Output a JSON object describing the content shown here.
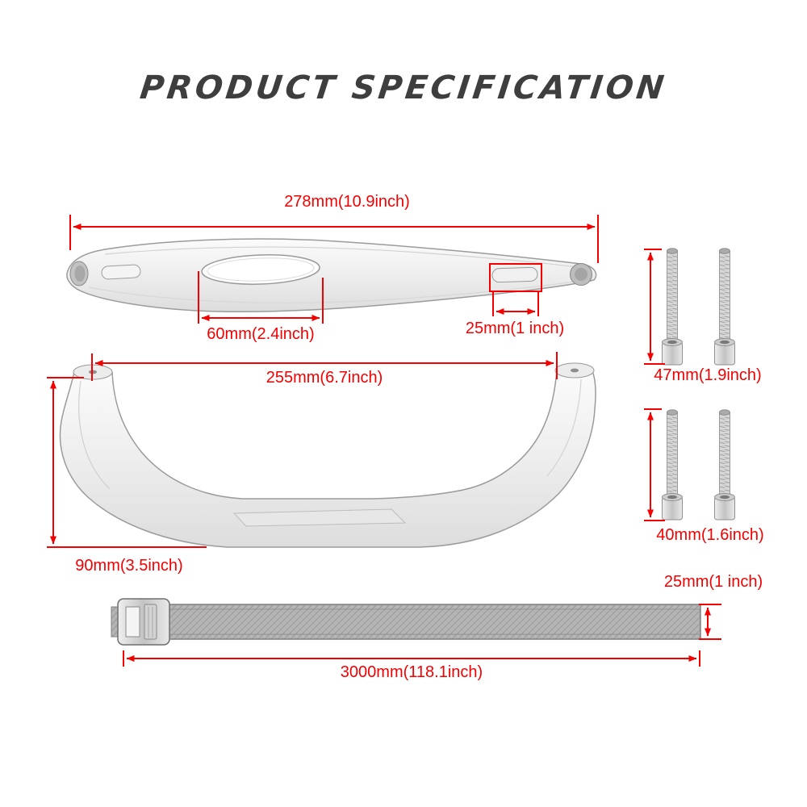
{
  "title": "PRODUCT SPECIFICATION",
  "colors": {
    "dimension_red": "#f40000",
    "title_gray": "#3e3e3e"
  },
  "bracket": {
    "length_label": "278mm(10.9inch)",
    "center_slot_label": "60mm(2.4inch)",
    "end_slot_label": "25mm(1 inch)"
  },
  "handle": {
    "width_label": "255mm(6.7inch)",
    "height_label": "90mm(3.5inch)"
  },
  "bolts": {
    "long_label": "47mm(1.9inch)",
    "short_label": "40mm(1.6inch)"
  },
  "strap": {
    "width_label": "25mm(1 inch)",
    "length_label": "3000mm(118.1inch)"
  }
}
